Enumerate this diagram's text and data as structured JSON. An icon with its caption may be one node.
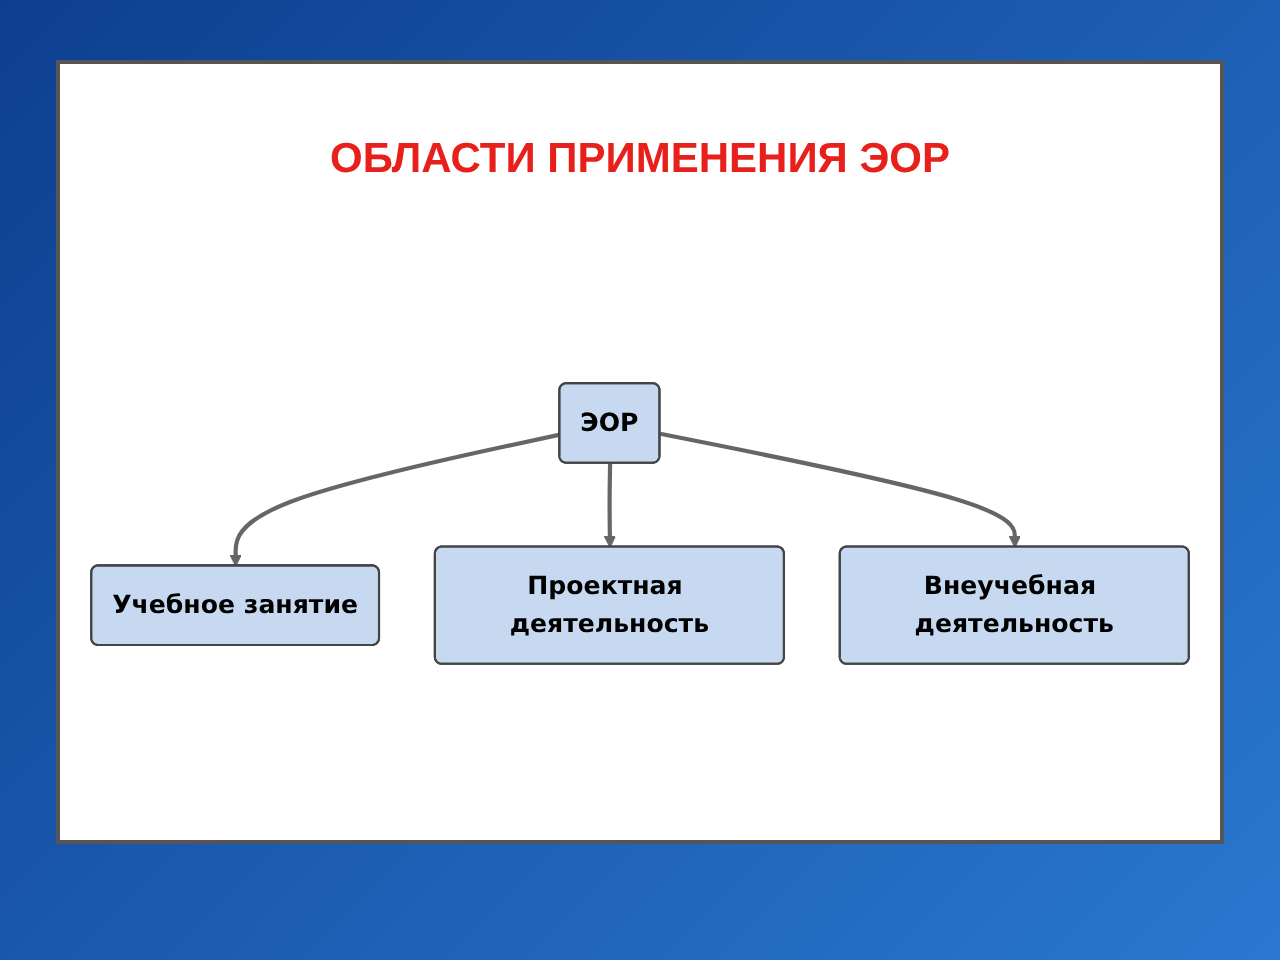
{
  "diagram": {
    "title": "ОБЛАСТИ ПРИМЕНЕНИЯ ЭОР",
    "nodes": [
      {
        "text": [
          "ЭОР"
        ]
      },
      {
        "text": [
          "Учебное занятие"
        ]
      },
      {
        "text": [
          "Внеучебная деятельность"
        ]
      },
      {
        "text": [
          "Проектная деятельность"
        ]
      }
    ],
    "edges": [
      {
        "from": 0,
        "to": 1,
        "arrow": "to"
      },
      {
        "from": 0,
        "to": 3,
        "arrow": "to"
      },
      {
        "from": 0,
        "to": 2,
        "arrow": "to"
      }
    ]
  }
}
